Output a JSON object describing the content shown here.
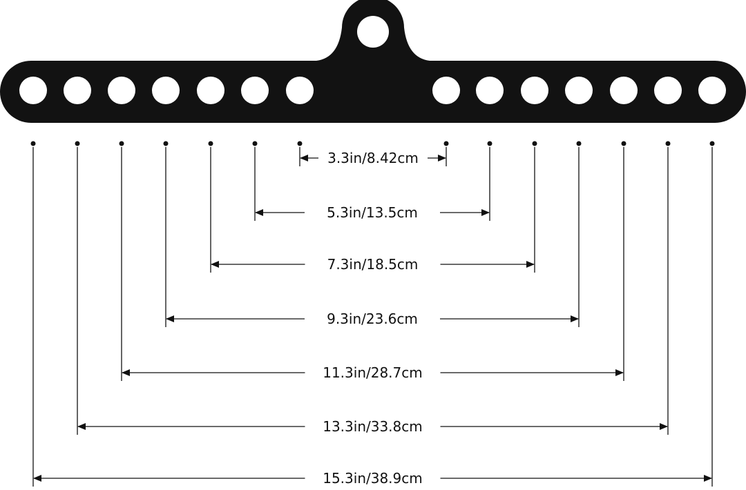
{
  "colors": {
    "bar": "#121212",
    "line": "#111111",
    "background": "#ffffff"
  },
  "handle": {
    "hole_count": 14,
    "hang_loop": true
  },
  "dimensions": [
    {
      "label": "3.3in/8.42cm"
    },
    {
      "label": "5.3in/13.5cm"
    },
    {
      "label": "7.3in/18.5cm"
    },
    {
      "label": "9.3in/23.6cm"
    },
    {
      "label": "11.3in/28.7cm"
    },
    {
      "label": "13.3in/33.8cm"
    },
    {
      "label": "15.3in/38.9cm"
    }
  ]
}
